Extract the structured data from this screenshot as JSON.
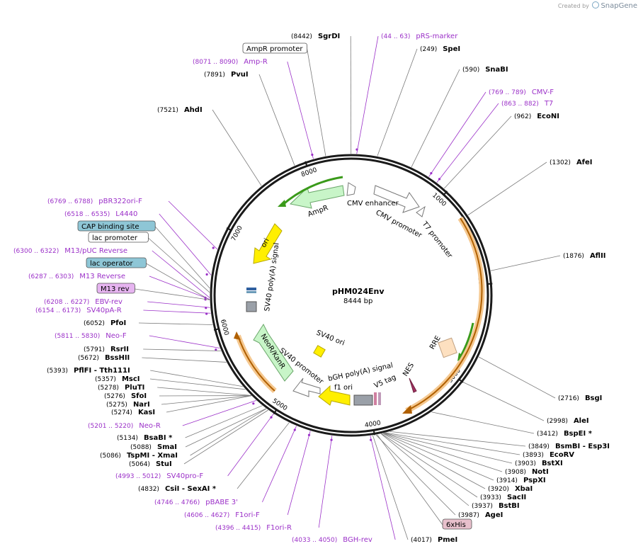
{
  "credit": {
    "prefix": "Created by",
    "brand": "SnapGene"
  },
  "plasmid": {
    "name": "pHM024Env",
    "size": "8444 bp"
  },
  "ring_ticks": [
    "1000",
    "2000",
    "3000",
    "4000",
    "5000",
    "6000",
    "7000",
    "8000"
  ],
  "features": [
    {
      "label": "CMV enhancer"
    },
    {
      "label": "CMV promoter"
    },
    {
      "label": "T7 promoter"
    },
    {
      "label": "RRE"
    },
    {
      "label": "NES"
    },
    {
      "label": "V5 tag"
    },
    {
      "label": "bGH poly(A) signal"
    },
    {
      "label": "f1 ori"
    },
    {
      "label": "SV40 promoter"
    },
    {
      "label": "NeoR/KanR"
    },
    {
      "label": "SV40 ori"
    },
    {
      "label": "SV40 poly(A) signal"
    },
    {
      "label": "ori"
    },
    {
      "label": "AmpR"
    }
  ],
  "sites": [
    {
      "name": "SgrDI",
      "pos": "(8442)",
      "kind": "enzyme"
    },
    {
      "name": "pRS-marker",
      "pos": "(44 .. 63)",
      "kind": "primer"
    },
    {
      "name": "SpeI",
      "pos": "(249)",
      "kind": "enzyme"
    },
    {
      "name": "AmpR promoter",
      "pos": "",
      "kind": "box-white"
    },
    {
      "name": "Amp-R",
      "pos": "(8071 .. 8090)",
      "kind": "primer"
    },
    {
      "name": "PvuI",
      "pos": "(7891)",
      "kind": "enzyme"
    },
    {
      "name": "SnaBI",
      "pos": "(590)",
      "kind": "enzyme"
    },
    {
      "name": "CMV-F",
      "pos": "(769 .. 789)",
      "kind": "primer"
    },
    {
      "name": "T7",
      "pos": "(863 .. 882)",
      "kind": "primer"
    },
    {
      "name": "EcoNI",
      "pos": "(962)",
      "kind": "enzyme"
    },
    {
      "name": "AhdI",
      "pos": "(7521)",
      "kind": "enzyme"
    },
    {
      "name": "AfeI",
      "pos": "(1302)",
      "kind": "enzyme"
    },
    {
      "name": "pBR322ori-F",
      "pos": "(6769 .. 6788)",
      "kind": "primer"
    },
    {
      "name": "L4440",
      "pos": "(6518 .. 6535)",
      "kind": "primer"
    },
    {
      "name": "CAP binding site",
      "pos": "",
      "kind": "box-blue"
    },
    {
      "name": "lac promoter",
      "pos": "",
      "kind": "box-white"
    },
    {
      "name": "M13/pUC Reverse",
      "pos": "(6300 .. 6322)",
      "kind": "primer"
    },
    {
      "name": "AflII",
      "pos": "(1876)",
      "kind": "enzyme"
    },
    {
      "name": "lac operator",
      "pos": "",
      "kind": "box-blue"
    },
    {
      "name": "M13 Reverse",
      "pos": "(6287 .. 6303)",
      "kind": "primer"
    },
    {
      "name": "M13 rev",
      "pos": "",
      "kind": "box-purple"
    },
    {
      "name": "EBV-rev",
      "pos": "(6208 .. 6227)",
      "kind": "primer"
    },
    {
      "name": "SV40pA-R",
      "pos": "(6154 .. 6173)",
      "kind": "primer"
    },
    {
      "name": "PfoI",
      "pos": "(6052)",
      "kind": "enzyme"
    },
    {
      "name": "Neo-F",
      "pos": "(5811 .. 5830)",
      "kind": "primer"
    },
    {
      "name": "RsrII",
      "pos": "(5791)",
      "kind": "enzyme"
    },
    {
      "name": "BssHII",
      "pos": "(5672)",
      "kind": "enzyme"
    },
    {
      "name": "PflFI - Tth111I",
      "pos": "(5393)",
      "kind": "enzyme"
    },
    {
      "name": "MscI",
      "pos": "(5357)",
      "kind": "enzyme"
    },
    {
      "name": "PluTI",
      "pos": "(5278)",
      "kind": "enzyme"
    },
    {
      "name": "SfoI",
      "pos": "(5276)",
      "kind": "enzyme"
    },
    {
      "name": "NarI",
      "pos": "(5275)",
      "kind": "enzyme"
    },
    {
      "name": "KasI",
      "pos": "(5274)",
      "kind": "enzyme"
    },
    {
      "name": "BsgI",
      "pos": "(2716)",
      "kind": "enzyme"
    },
    {
      "name": "Neo-R",
      "pos": "(5201 .. 5220)",
      "kind": "primer"
    },
    {
      "name": "AleI",
      "pos": "(2998)",
      "kind": "enzyme"
    },
    {
      "name": "BsaBI *",
      "pos": "(5134)",
      "kind": "enzyme"
    },
    {
      "name": "BspEI *",
      "pos": "(3412)",
      "kind": "enzyme"
    },
    {
      "name": "SmaI",
      "pos": "(5088)",
      "kind": "enzyme"
    },
    {
      "name": "TspMI - XmaI",
      "pos": "(5086)",
      "kind": "enzyme"
    },
    {
      "name": "BsmBI - Esp3I",
      "pos": "(3849)",
      "kind": "enzyme"
    },
    {
      "name": "StuI",
      "pos": "(5064)",
      "kind": "enzyme"
    },
    {
      "name": "EcoRV",
      "pos": "(3893)",
      "kind": "enzyme"
    },
    {
      "name": "BstXI",
      "pos": "(3903)",
      "kind": "enzyme"
    },
    {
      "name": "SV40pro-F",
      "pos": "(4993 .. 5012)",
      "kind": "primer"
    },
    {
      "name": "NotI",
      "pos": "(3908)",
      "kind": "enzyme"
    },
    {
      "name": "PspXI",
      "pos": "(3914)",
      "kind": "enzyme"
    },
    {
      "name": "CsiI - SexAI *",
      "pos": "(4832)",
      "kind": "enzyme"
    },
    {
      "name": "XbaI",
      "pos": "(3920)",
      "kind": "enzyme"
    },
    {
      "name": "pBABE 3'",
      "pos": "(4746 .. 4766)",
      "kind": "primer"
    },
    {
      "name": "SacII",
      "pos": "(3933)",
      "kind": "enzyme"
    },
    {
      "name": "BstBI",
      "pos": "(3937)",
      "kind": "enzyme"
    },
    {
      "name": "F1ori-F",
      "pos": "(4606 .. 4627)",
      "kind": "primer"
    },
    {
      "name": "AgeI",
      "pos": "(3987)",
      "kind": "enzyme"
    },
    {
      "name": "F1ori-R",
      "pos": "(4396 .. 4415)",
      "kind": "primer"
    },
    {
      "name": "6xHis",
      "pos": "",
      "kind": "box-pink"
    },
    {
      "name": "BGH-rev",
      "pos": "(4033 .. 4050)",
      "kind": "primer"
    },
    {
      "name": "PmeI",
      "pos": "(4017)",
      "kind": "enzyme"
    }
  ],
  "colors": {
    "primer": "#9b30c8",
    "enzyme": "#000000",
    "ring": "#1a1a1a"
  }
}
